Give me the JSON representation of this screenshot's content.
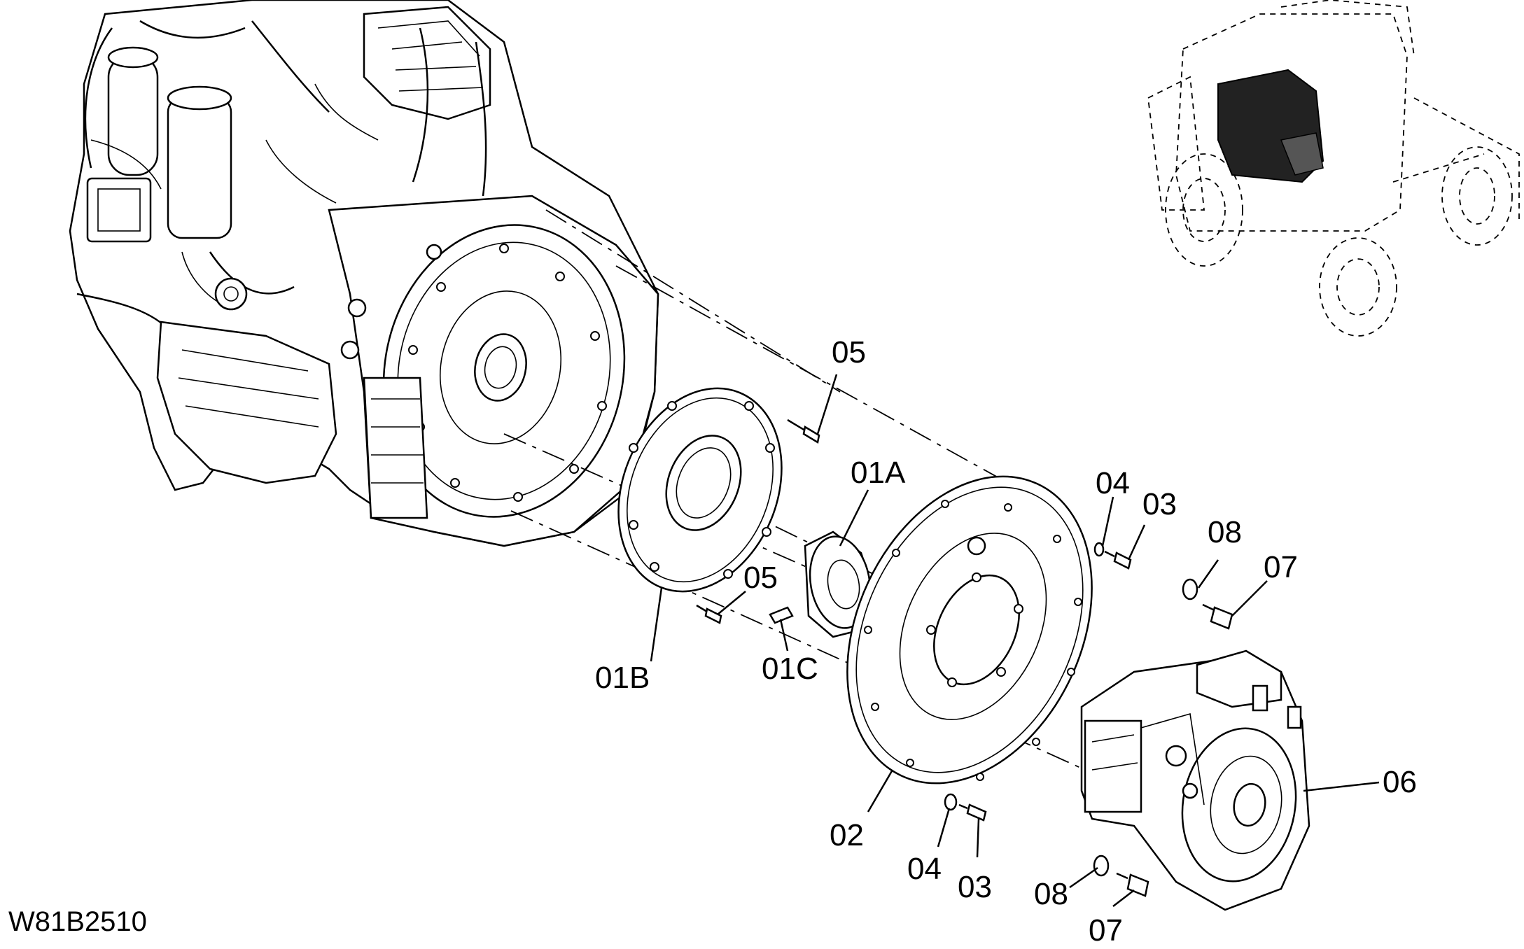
{
  "drawing_code": "W81B2510",
  "callouts": {
    "c05_top": "05",
    "c01a": "01A",
    "c05_bottom": "05",
    "c01b": "01B",
    "c01c": "01C",
    "c04_top": "04",
    "c03_top": "03",
    "c08_top": "08",
    "c07_top": "07",
    "c06": "06",
    "c02": "02",
    "c04_bottom": "04",
    "c03_bottom": "03",
    "c08_bottom": "08",
    "c07_bottom": "07"
  }
}
